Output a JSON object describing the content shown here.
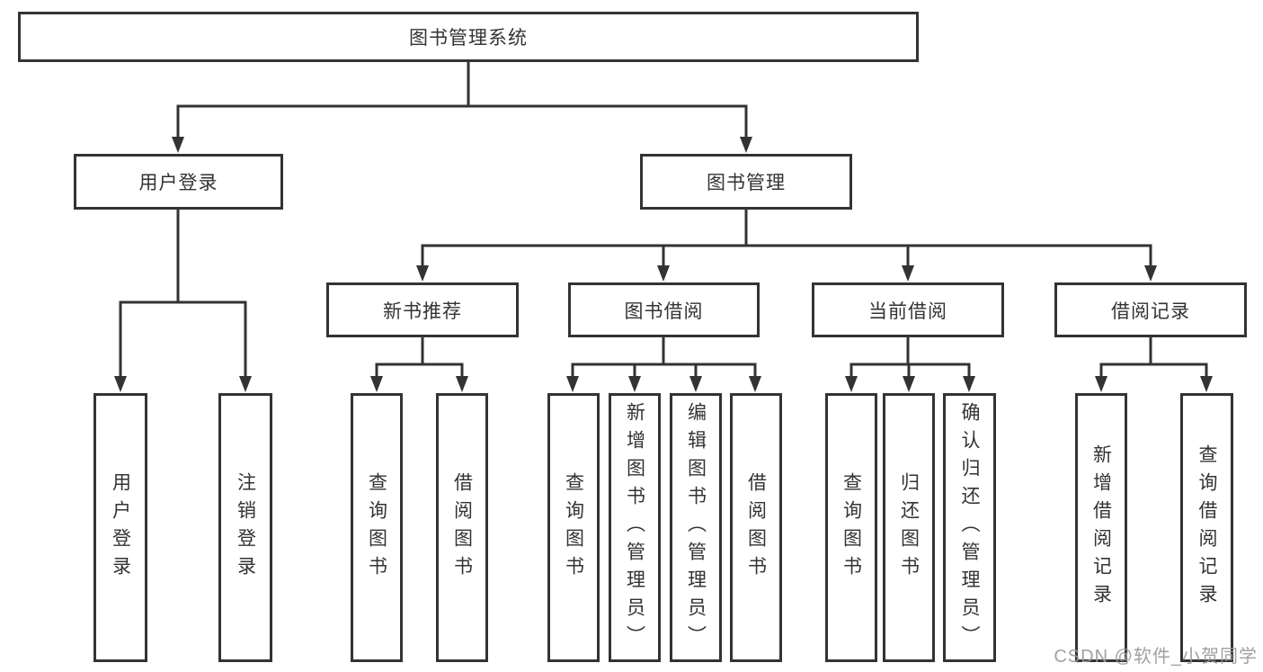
{
  "diagram": {
    "type": "hierarchy-tree",
    "root": {
      "label": "图书管理系统"
    },
    "level2": [
      {
        "label": "用户登录"
      },
      {
        "label": "图书管理"
      }
    ],
    "level3": [
      {
        "label": "新书推荐",
        "parent": "图书管理"
      },
      {
        "label": "图书借阅",
        "parent": "图书管理"
      },
      {
        "label": "当前借阅",
        "parent": "图书管理"
      },
      {
        "label": "借阅记录",
        "parent": "图书管理"
      }
    ],
    "leaves": [
      {
        "label": "用户登录",
        "parent": "用户登录"
      },
      {
        "label": "注销登录",
        "parent": "用户登录"
      },
      {
        "label": "查询图书",
        "parent": "新书推荐"
      },
      {
        "label": "借阅图书",
        "parent": "新书推荐"
      },
      {
        "label": "查询图书",
        "parent": "图书借阅"
      },
      {
        "label": "新增图书（管理员）",
        "parent": "图书借阅"
      },
      {
        "label": "编辑图书（管理员）",
        "parent": "图书借阅"
      },
      {
        "label": "借阅图书",
        "parent": "图书借阅"
      },
      {
        "label": "查询图书",
        "parent": "当前借阅"
      },
      {
        "label": "归还图书",
        "parent": "当前借阅"
      },
      {
        "label": "确认归还（管理员）",
        "parent": "当前借阅"
      },
      {
        "label": "新增借阅记录",
        "parent": "借阅记录"
      },
      {
        "label": "查询借阅记录",
        "parent": "借阅记录"
      }
    ],
    "watermark": "CSDN @软件_小贺同学",
    "colors": {
      "line": "#333333",
      "box_border": "#333333",
      "text": "#333333",
      "watermark": "#999999",
      "background": "#ffffff"
    }
  }
}
